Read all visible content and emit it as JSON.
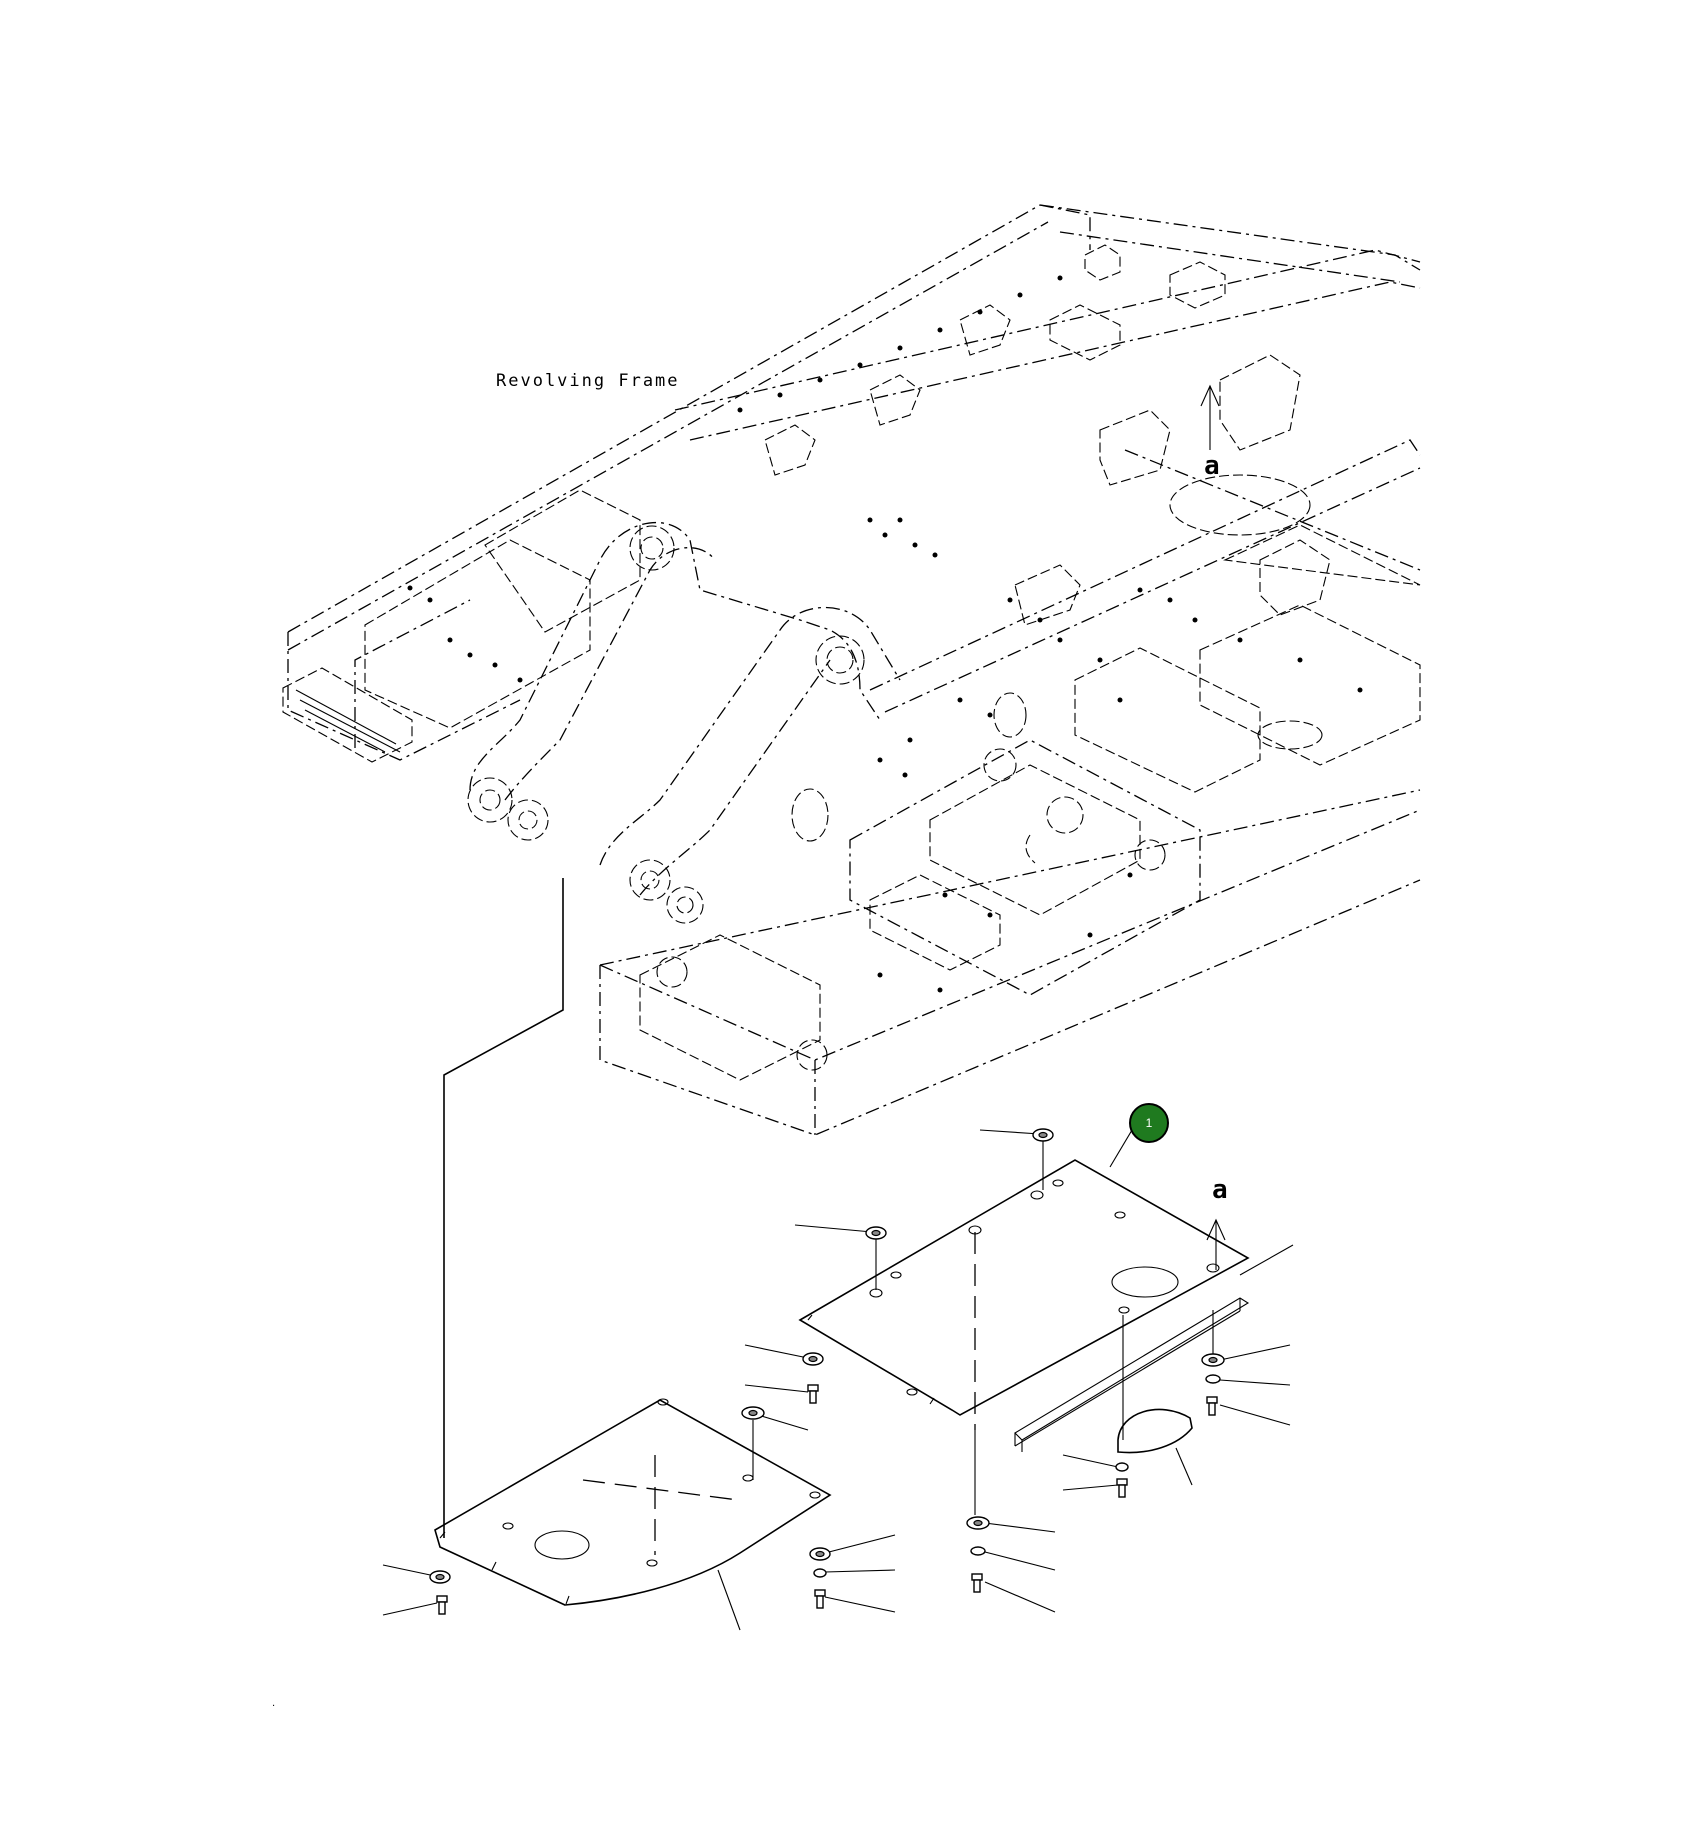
{
  "labels": {
    "frame": "Revolving Frame",
    "ref_top": "a",
    "ref_bottom": "a"
  },
  "callout": {
    "number": "1",
    "color": "#1f7a1f"
  },
  "footer_mark": "."
}
